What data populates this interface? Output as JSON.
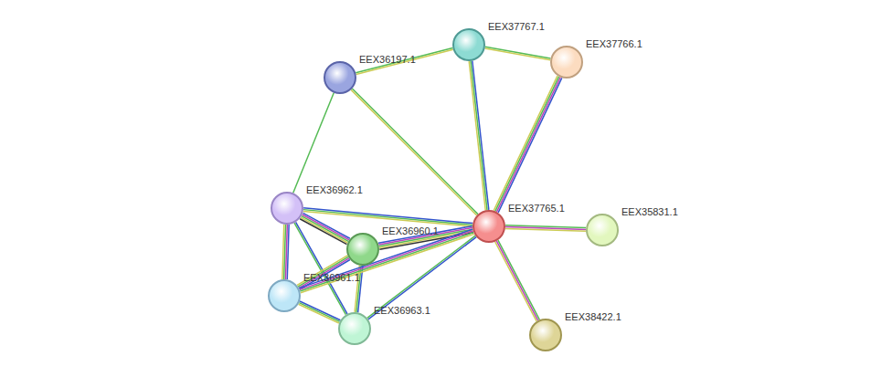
{
  "diagram": {
    "nodes": [
      {
        "text": [
          "EEX37767.1"
        ]
      },
      {
        "text": [
          "EEX37766.1"
        ]
      },
      {
        "text": [
          "EEX36197.1"
        ]
      },
      {
        "text": [
          "EEX36962.1"
        ]
      },
      {
        "text": [
          "EEX37765.1"
        ]
      },
      {
        "text": [
          "EEX35831.1"
        ]
      },
      {
        "text": [
          "EEX36960.1"
        ]
      },
      {
        "text": [
          "EEX36961.1"
        ]
      },
      {
        "text": [
          "EEX36963.1"
        ]
      },
      {
        "text": [
          "EEX38422.1"
        ]
      }
    ],
    "edges": [
      {
        "from": 2,
        "to": 0,
        "arrow": "none"
      },
      {
        "from": 2,
        "to": 3,
        "arrow": "none"
      },
      {
        "from": 2,
        "to": 4,
        "arrow": "none"
      },
      {
        "from": 0,
        "to": 1,
        "arrow": "none"
      },
      {
        "from": 0,
        "to": 4,
        "arrow": "none"
      },
      {
        "from": 1,
        "to": 4,
        "arrow": "none"
      },
      {
        "from": 4,
        "to": 5,
        "arrow": "none"
      },
      {
        "from": 4,
        "to": 9,
        "arrow": "none"
      },
      {
        "from": 3,
        "to": 4,
        "arrow": "none"
      },
      {
        "from": 3,
        "to": 6,
        "arrow": "none"
      },
      {
        "from": 3,
        "to": 7,
        "arrow": "none"
      },
      {
        "from": 3,
        "to": 8,
        "arrow": "none"
      },
      {
        "from": 6,
        "to": 4,
        "arrow": "none"
      },
      {
        "from": 6,
        "to": 7,
        "arrow": "none"
      },
      {
        "from": 6,
        "to": 8,
        "arrow": "none"
      },
      {
        "from": 7,
        "to": 4,
        "arrow": "none"
      },
      {
        "from": 7,
        "to": 8,
        "arrow": "none"
      },
      {
        "from": 8,
        "to": 4,
        "arrow": "none"
      }
    ]
  }
}
